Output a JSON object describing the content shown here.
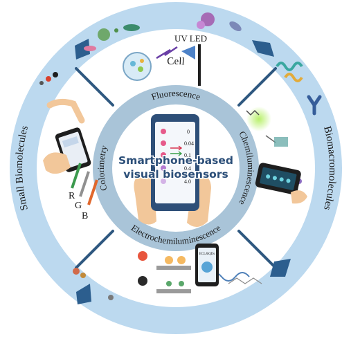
{
  "outer_ring": {
    "top": "Cell",
    "right": "Biomacromolecules",
    "left": "Small Biomolecules"
  },
  "inner_ring": {
    "top": "Fluorescence",
    "right": "Chemiluminescence",
    "bottom": "Electrochemiluminescence",
    "left": "Colorimetry"
  },
  "center": {
    "line1": "Smartphone-based",
    "line2": "visual biosensors"
  },
  "phone_readings": [
    "0",
    "0.04",
    "0.1",
    "0.4",
    "4.0"
  ],
  "labels": {
    "uv_led": "UV LED",
    "rgb_r": "R",
    "rgb_g": "G",
    "rgb_b": "B",
    "ecl_app": "ECL&QDs"
  },
  "colors": {
    "outer_ring": "#bcd9ef",
    "middle_ring": "#ffffff",
    "inner_ring": "#a9c4d8",
    "center_disc": "#ffffff",
    "divider": "#2f5880",
    "arrow": "#2c5e8e",
    "center_text": "#2b4e78"
  }
}
